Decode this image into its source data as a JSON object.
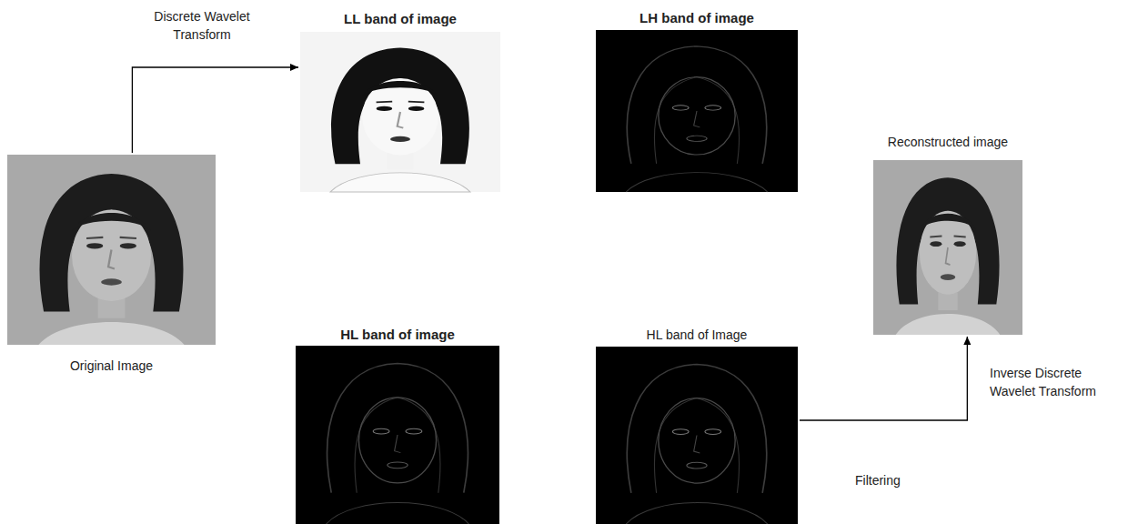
{
  "diagram": {
    "nodes": [
      {
        "text": [
          "Original Image"
        ]
      },
      {
        "text": [
          "LL band of image"
        ]
      },
      {
        "text": [
          "LH band of image"
        ]
      },
      {
        "text": [
          "HL band of image"
        ]
      },
      {
        "text": [
          "HL band of Image"
        ]
      },
      {
        "text": [
          "Reconstructed image"
        ]
      }
    ],
    "edges": [
      {
        "from": 0,
        "to": 1,
        "arrow": "to",
        "label": "Discrete Wavelet Transform"
      },
      {
        "from": 4,
        "to": 5,
        "arrow": "to",
        "label": "Inverse Discrete Wavelet Transform"
      }
    ],
    "labels": [
      "Filtering"
    ]
  }
}
